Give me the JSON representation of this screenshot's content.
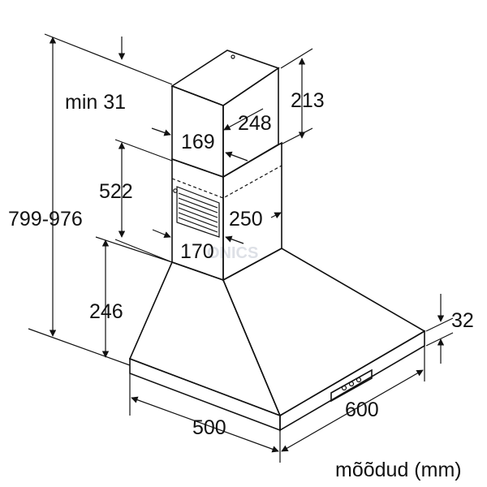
{
  "dimensions": {
    "min_gap": "min 31",
    "total_height": "799-976",
    "upper_chimney_height": "213",
    "upper_chimney_width": "248",
    "upper_chimney_depth": "169",
    "lower_chimney_height": "522",
    "lower_chimney_width": "250",
    "lower_chimney_depth": "170",
    "canopy_height": "246",
    "base_thickness": "32",
    "width": "600",
    "depth": "500"
  },
  "units_caption": "mõõdud (mm)",
  "watermark": "ONICS",
  "colors": {
    "line": "#111111",
    "background": "#ffffff"
  }
}
